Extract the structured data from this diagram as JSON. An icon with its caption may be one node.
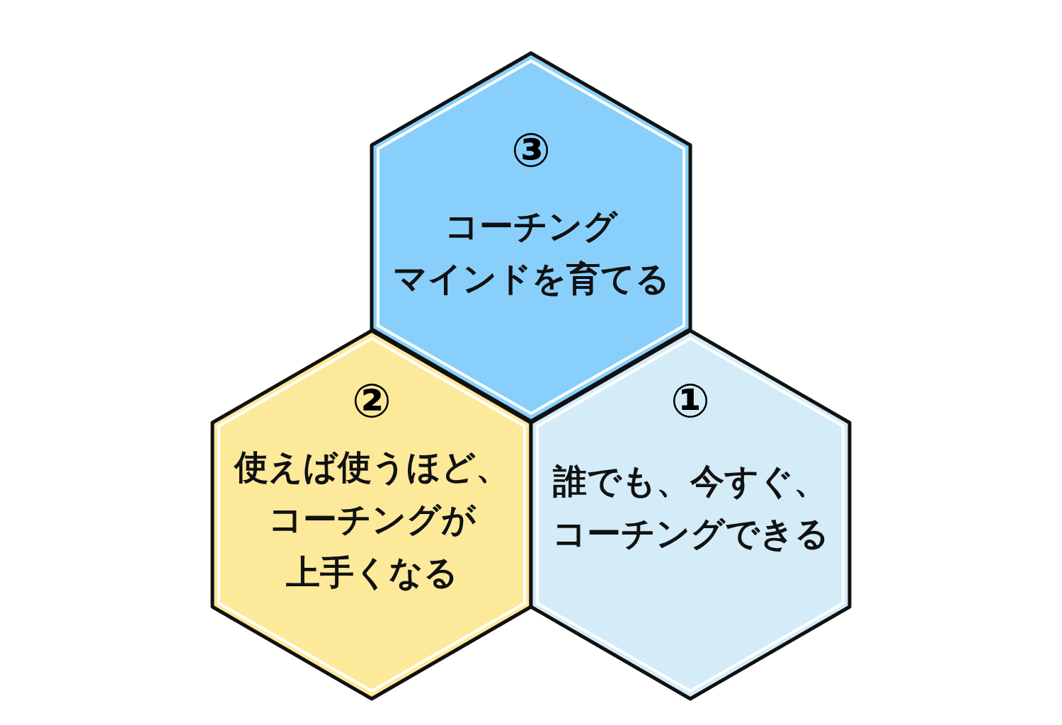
{
  "diagram": {
    "nodes": [
      {
        "text": [
          "③",
          "コーチングマインドを育てる"
        ]
      },
      {
        "text": [
          "②",
          "使えば使うほど、コーチングが上手くなる"
        ]
      },
      {
        "text": [
          "①",
          "誰でも、今すぐ、コーチングできる"
        ]
      }
    ]
  }
}
